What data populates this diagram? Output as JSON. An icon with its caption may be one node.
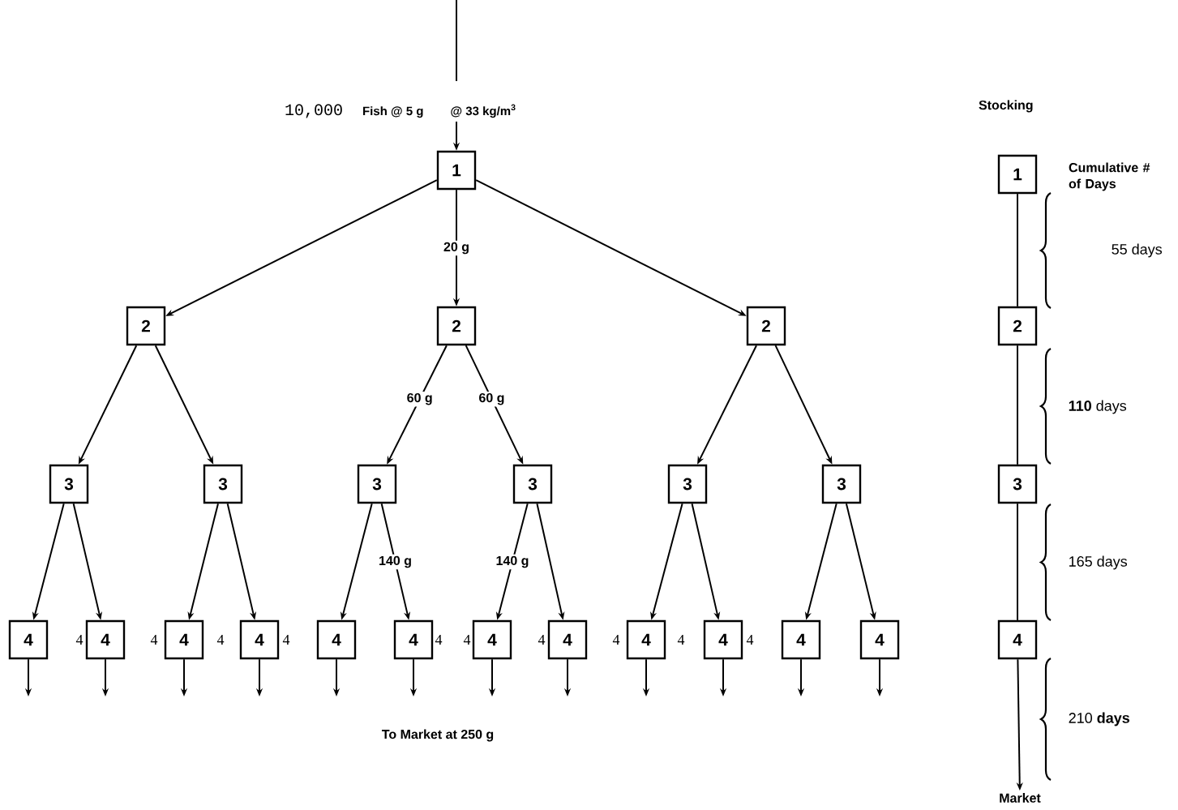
{
  "diagram": {
    "nodes": [
      {
        "text": [
          "10,000",
          "Fish @ 5 g",
          "@ 33 kg/m$^{3}$"
        ]
      },
      {
        "text": [
          "1"
        ]
      },
      {
        "text": [
          "2"
        ]
      },
      {
        "text": [
          "2"
        ]
      },
      {
        "text": [
          "2"
        ]
      },
      {
        "text": [
          "3"
        ]
      },
      {
        "text": [
          "3"
        ]
      },
      {
        "text": [
          "3"
        ]
      },
      {
        "text": [
          "3"
        ]
      },
      {
        "text": [
          "3"
        ]
      },
      {
        "text": [
          "3"
        ]
      },
      {
        "text": [
          "4"
        ]
      },
      {
        "text": [
          "4"
        ]
      },
      {
        "text": [
          "4"
        ]
      },
      {
        "text": [
          "4"
        ]
      },
      {
        "text": [
          "4"
        ]
      },
      {
        "text": [
          "4"
        ]
      },
      {
        "text": [
          "4"
        ]
      },
      {
        "text": [
          "4"
        ]
      },
      {
        "text": [
          "4"
        ]
      },
      {
        "text": [
          "4"
        ]
      },
      {
        "text": [
          "4"
        ]
      },
      {
        "text": [
          "4"
        ]
      },
      {
        "text": [
          "1"
        ]
      },
      {
        "text": [
          "2"
        ]
      },
      {
        "text": [
          "3"
        ]
      },
      {
        "text": [
          "4"
        ]
      },
      {
        "text": [
          "Market"
        ]
      }
    ],
    "edges": [
      {
        "from": null,
        "to": 0,
        "arrow": "none"
      },
      {
        "from": 0,
        "to": 1,
        "arrow": "to"
      },
      {
        "from": 1,
        "to": 2,
        "arrow": "to"
      },
      {
        "from": 1,
        "to": 3,
        "arrow": "to",
        "label": "20 g"
      },
      {
        "from": 1,
        "to": 4,
        "arrow": "to"
      },
      {
        "from": 2,
        "to": 5,
        "arrow": "to"
      },
      {
        "from": 2,
        "to": 6,
        "arrow": "to"
      },
      {
        "from": 3,
        "to": 7,
        "arrow": "to",
        "label": "60 g"
      },
      {
        "from": 3,
        "to": 8,
        "arrow": "to",
        "label": "60 g"
      },
      {
        "from": 4,
        "to": 9,
        "arrow": "to"
      },
      {
        "from": 4,
        "to": 10,
        "arrow": "to"
      },
      {
        "from": 5,
        "to": 11,
        "arrow": "to"
      },
      {
        "from": 5,
        "to": 12,
        "arrow": "to"
      },
      {
        "from": 6,
        "to": 13,
        "arrow": "to"
      },
      {
        "from": 6,
        "to": 14,
        "arrow": "to"
      },
      {
        "from": 7,
        "to": 15,
        "arrow": "to"
      },
      {
        "from": 7,
        "to": 16,
        "arrow": "to",
        "label": "140 g"
      },
      {
        "from": 8,
        "to": 17,
        "arrow": "to",
        "label": "140 g"
      },
      {
        "from": 8,
        "to": 18,
        "arrow": "to"
      },
      {
        "from": 9,
        "to": 19,
        "arrow": "to"
      },
      {
        "from": 9,
        "to": 20,
        "arrow": "to"
      },
      {
        "from": 10,
        "to": 21,
        "arrow": "to"
      },
      {
        "from": 10,
        "to": 22,
        "arrow": "to"
      },
      {
        "from": 11,
        "to": null,
        "arrow": "to"
      },
      {
        "from": 12,
        "to": null,
        "arrow": "to"
      },
      {
        "from": 13,
        "to": null,
        "arrow": "to"
      },
      {
        "from": 14,
        "to": null,
        "arrow": "to"
      },
      {
        "from": 15,
        "to": null,
        "arrow": "to"
      },
      {
        "from": 16,
        "to": null,
        "arrow": "to"
      },
      {
        "from": 17,
        "to": null,
        "arrow": "to"
      },
      {
        "from": 18,
        "to": null,
        "arrow": "to"
      },
      {
        "from": 19,
        "to": null,
        "arrow": "to"
      },
      {
        "from": 20,
        "to": null,
        "arrow": "to"
      },
      {
        "from": 21,
        "to": null,
        "arrow": "to"
      },
      {
        "from": 22,
        "to": null,
        "arrow": "to"
      },
      {
        "from": 23,
        "to": 24,
        "arrow": "none"
      },
      {
        "from": 24,
        "to": 25,
        "arrow": "none"
      },
      {
        "from": 25,
        "to": 26,
        "arrow": "none"
      },
      {
        "from": 26,
        "to": 27,
        "arrow": "to"
      }
    ],
    "labels": [
      "Stocking",
      "Cumulative # of Days",
      "55 days",
      "**110** days",
      "165 days",
      "210 **days**",
      "4",
      "4",
      "4",
      "4",
      "4",
      "4",
      "4",
      "4",
      "4",
      "4",
      "To Market at 250 g"
    ]
  }
}
